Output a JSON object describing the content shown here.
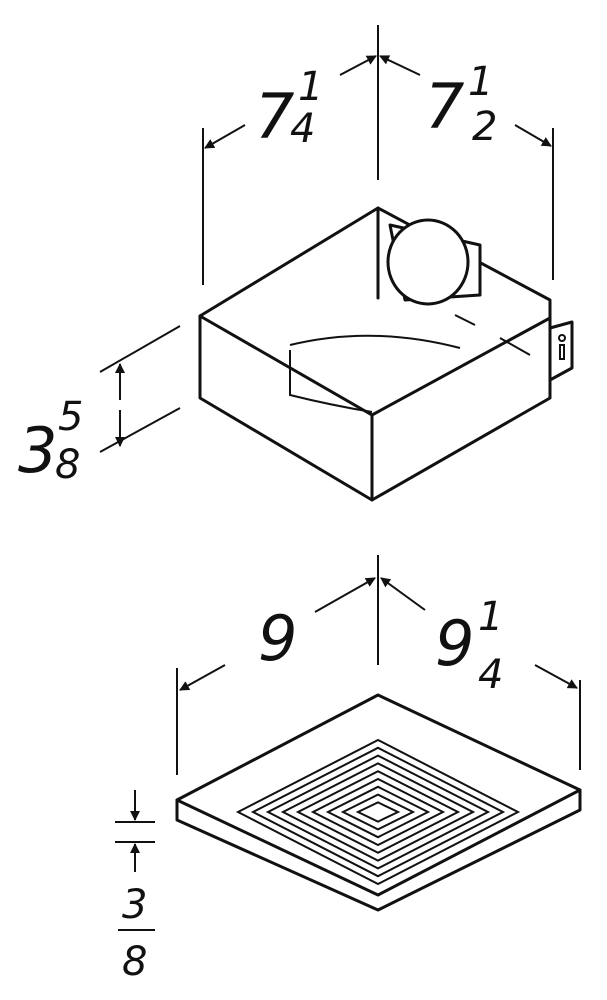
{
  "housing": {
    "width_whole": "7",
    "width_num": "1",
    "width_den": "4",
    "depth_whole": "7",
    "depth_num": "1",
    "depth_den": "2",
    "height_whole": "3",
    "height_num": "5",
    "height_den": "8"
  },
  "grille": {
    "width": "9",
    "depth_whole": "9",
    "depth_num": "1",
    "depth_den": "4",
    "height_num": "3",
    "height_den": "8"
  },
  "colors": {
    "line": "#111111",
    "background": "#ffffff"
  }
}
